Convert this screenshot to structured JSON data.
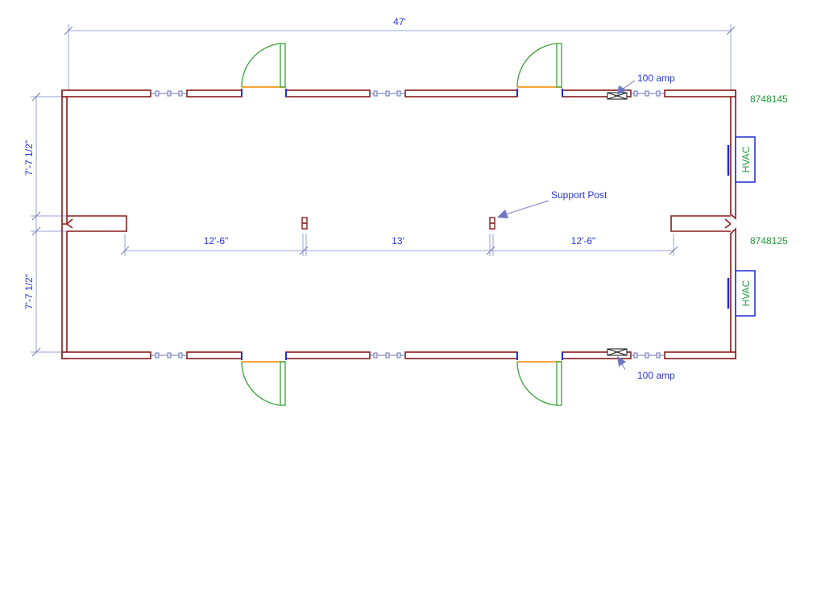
{
  "dimensions": {
    "overall_width": "47'",
    "left_upper_height": "7'-7 1/2\"",
    "left_lower_height": "7'-7 1/2\"",
    "span_left": "12'-6\"",
    "span_center": "13'",
    "span_right": "12'-6\""
  },
  "annotations": {
    "electrical_top": "100 amp",
    "electrical_bottom": "100 amp",
    "support_post": "Support Post"
  },
  "units": {
    "upper_id": "8748145",
    "lower_id": "8748125"
  },
  "equipment": {
    "hvac_upper": "HVAC",
    "hvac_lower": "HVAC"
  }
}
